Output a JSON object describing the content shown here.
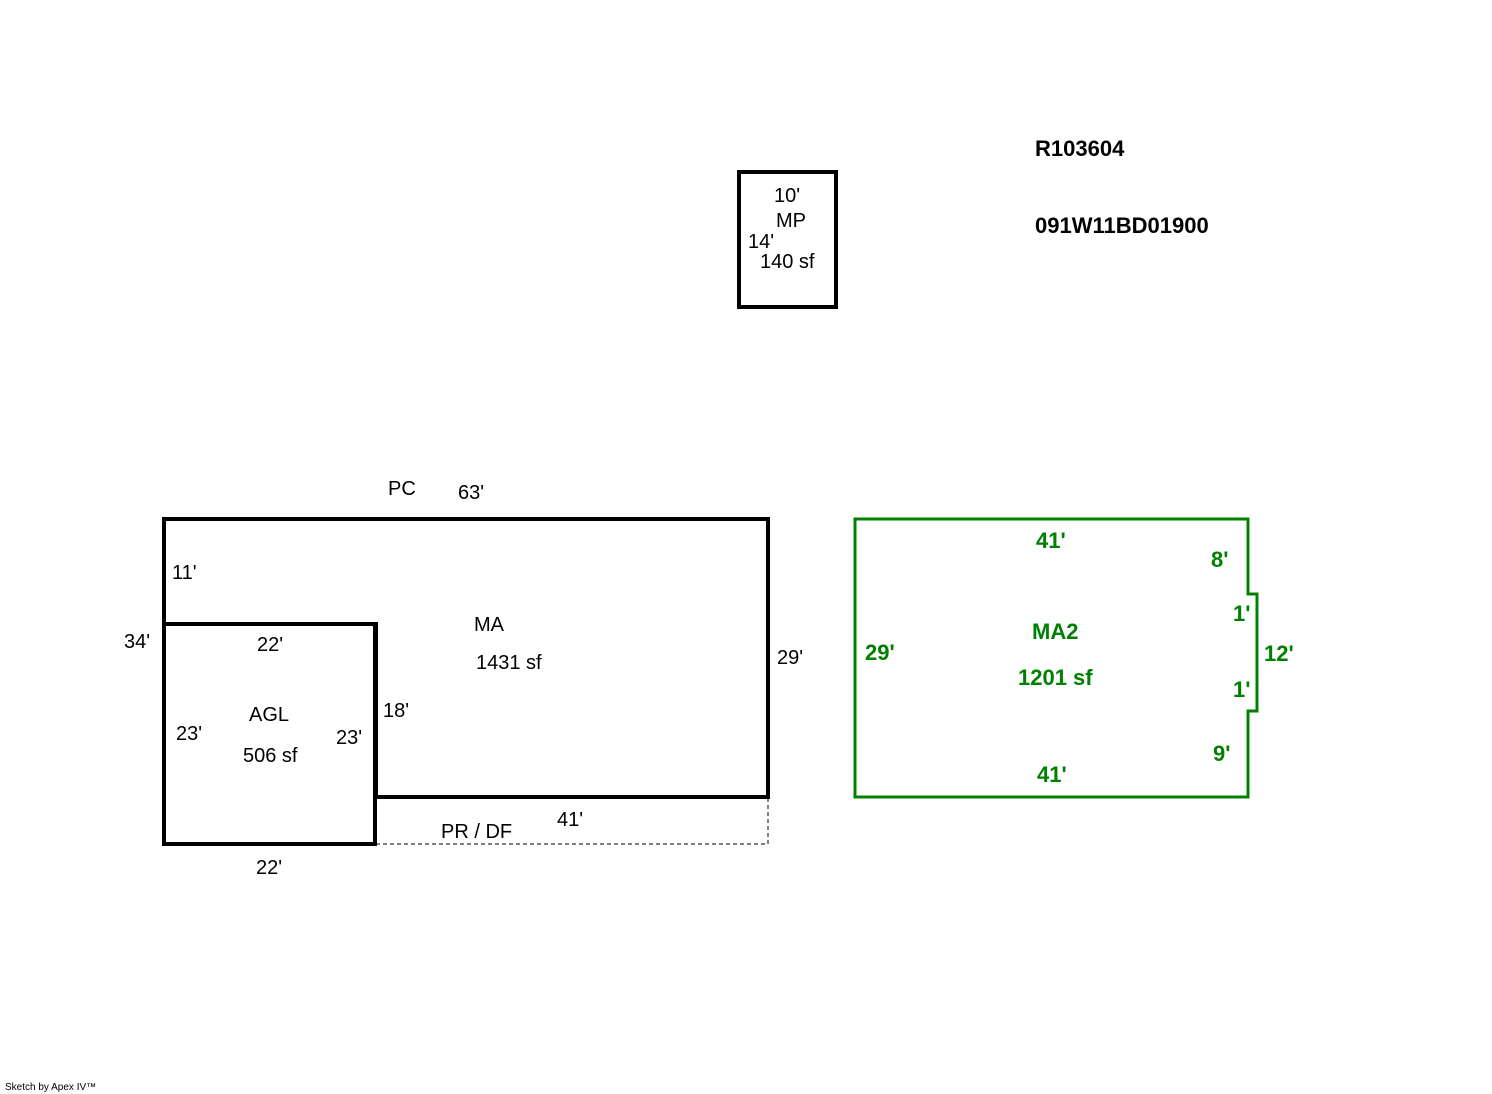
{
  "colors": {
    "outline": "#000000",
    "ma2_outline": "#008000",
    "ma2_text": "#008000"
  },
  "header": {
    "parcel_id": "R103604",
    "map_number": "091W11BD01900"
  },
  "mp": {
    "label": "MP",
    "area": "140 sf",
    "top_dim": "10'",
    "side_dim": "14'"
  },
  "main": {
    "pc_label": "PC",
    "top_dim": "63'",
    "left_upper_dim": "11'",
    "left_total_dim": "34'",
    "right_dim": "29'",
    "label": "MA",
    "area": "1431 sf",
    "step_dim": "18'"
  },
  "agl": {
    "label": "AGL",
    "area": "506 sf",
    "top_dim": "22'",
    "left_dim": "23'",
    "right_dim": "23'",
    "bottom_dim": "22'"
  },
  "porch": {
    "label": "PR / DF",
    "dim": "41'"
  },
  "ma2": {
    "label": "MA2",
    "area": "1201 sf",
    "top_dim": "41'",
    "bottom_dim": "41'",
    "left_dim": "29'",
    "right_upper_dim": "8'",
    "bump_upper_dim": "1'",
    "bump_dim": "12'",
    "bump_lower_dim": "1'",
    "right_lower_dim": "9'"
  },
  "footer": {
    "credit": "Sketch by Apex IV™"
  }
}
